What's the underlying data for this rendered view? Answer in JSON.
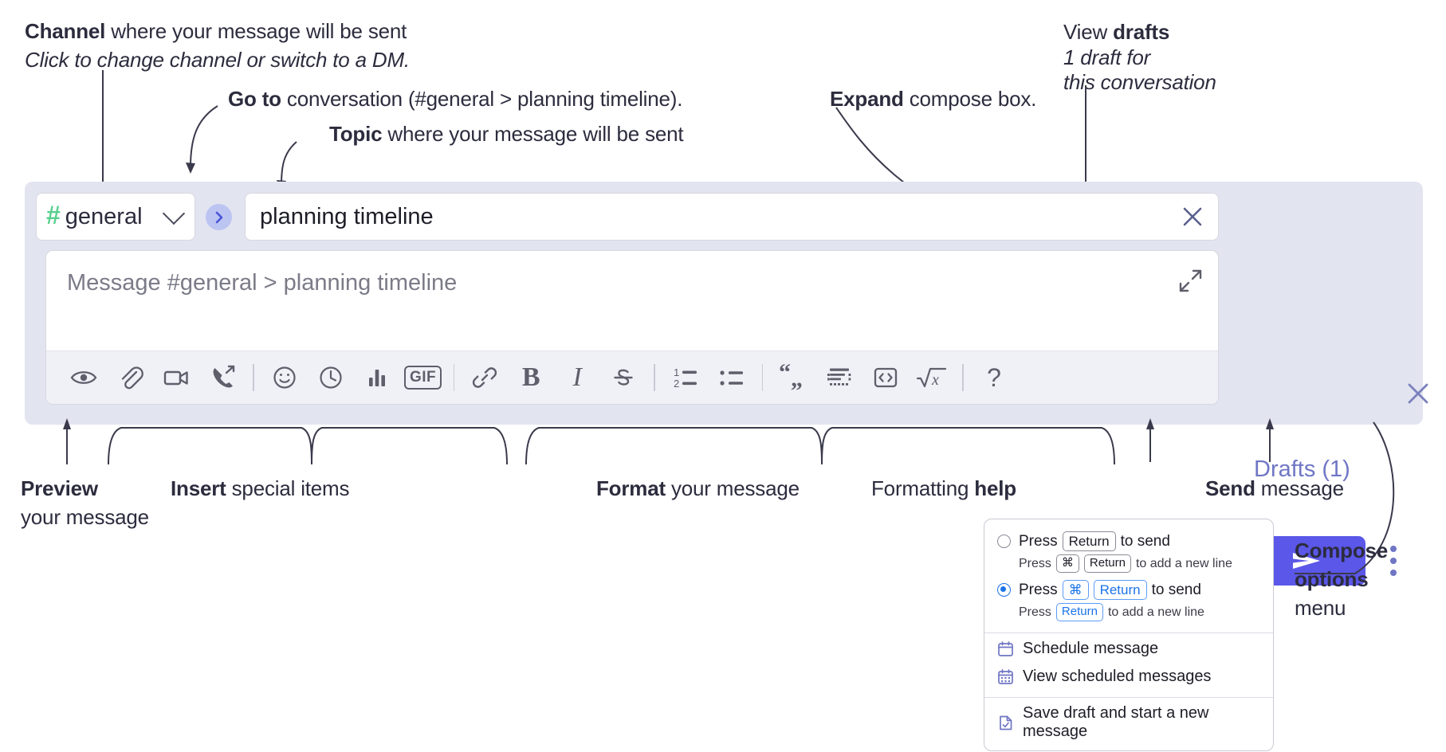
{
  "annotations": {
    "channel": {
      "bold": "Channel",
      "rest": " where your message will be sent",
      "italic": "Click to change channel or switch to a DM."
    },
    "goto": {
      "bold": "Go to",
      "rest": " conversation (#general > planning timeline)."
    },
    "topic": {
      "bold": "Topic",
      "rest": " where your message will be sent"
    },
    "expand": {
      "bold": "Expand",
      "rest": " compose box."
    },
    "drafts": {
      "plain": "View ",
      "bold": "drafts",
      "italic1": "1 draft for",
      "italic2": "this conversation"
    },
    "preview": {
      "bold": "Preview",
      "line2": "your message"
    },
    "insert": {
      "bold": "Insert",
      "rest": " special items"
    },
    "format": {
      "bold": "Format",
      "rest": " your message"
    },
    "formatting_help": {
      "plain": "Formatting ",
      "bold": "help"
    },
    "send": {
      "bold": "Send",
      "rest": " message"
    },
    "compose_options": {
      "bold1": "Compose",
      "bold2": "options",
      "plain": "menu"
    }
  },
  "compose": {
    "channel_name": "general",
    "hash_symbol": "#",
    "topic_value": "planning timeline",
    "message_placeholder": "Message #general > planning timeline",
    "drafts_label": "Drafts (1)",
    "gif_label": "GIF",
    "bold_label": "B",
    "italic_label": "I",
    "strike_label": "S",
    "help_label": "?",
    "sqrt_label": "x",
    "quote_label": "“„",
    "toolbar_icons": [
      "eye-icon",
      "paperclip-icon",
      "video-camera-icon",
      "phone-forward-icon",
      "emoji-icon",
      "clock-icon",
      "bar-chart-icon",
      "gif-icon",
      "link-icon",
      "bold-icon",
      "italic-icon",
      "strikethrough-icon",
      "ordered-list-icon",
      "bulleted-list-icon",
      "blockquote-icon",
      "code-block-icon",
      "code-icon",
      "math-icon",
      "help-icon"
    ]
  },
  "options_menu": {
    "option1": {
      "press": "Press",
      "key": "Return",
      "tail": "to send"
    },
    "option1_sub": {
      "press": "Press",
      "key1": "⌘",
      "key2": "Return",
      "tail": "to add a new line"
    },
    "option2": {
      "press": "Press",
      "key1": "⌘",
      "key2": "Return",
      "tail": "to send"
    },
    "option2_sub": {
      "press": "Press",
      "key": "Return",
      "tail": "to add a new line"
    },
    "items": [
      {
        "label": "Schedule message",
        "icon": "calendar-icon"
      },
      {
        "label": "View scheduled messages",
        "icon": "calendar-grid-icon"
      },
      {
        "label": "Save draft and start a new message",
        "icon": "save-draft-icon"
      }
    ]
  },
  "colors": {
    "panel_bg": "#e2e4f0",
    "accent_purple": "#5b57e8",
    "drafts_text": "#6f76c4",
    "hash_green": "#5bcf8f",
    "radio_blue": "#1a73e8",
    "goto_bg": "#bcc4f2"
  }
}
